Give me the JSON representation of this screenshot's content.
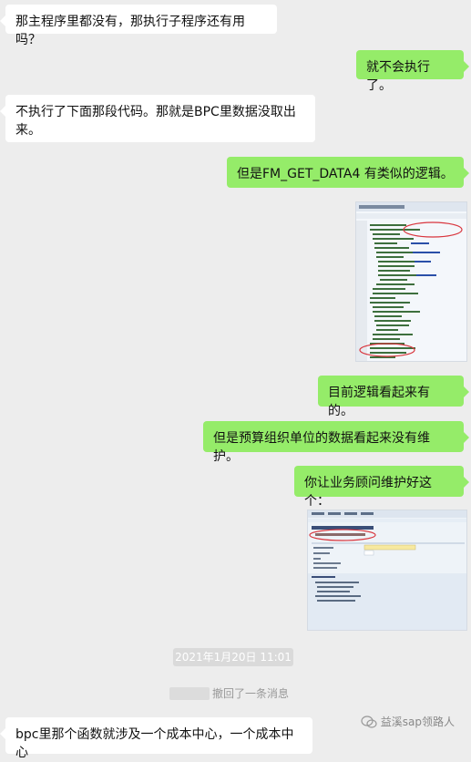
{
  "messages": [
    {
      "side": "left",
      "text": "那主程序里都没有，那执行子程序还有用吗？"
    },
    {
      "side": "right",
      "text": "就不会执行了。"
    },
    {
      "side": "left",
      "text": "不执行了下面那段代码。那就是BPC里数据没取出来。"
    },
    {
      "side": "right",
      "text": "但是FM_GET_DATA4  有类似的逻辑。"
    },
    {
      "side": "right",
      "text": "目前逻辑看起来有的。"
    },
    {
      "side": "right",
      "text": "但是预算组织单位的数据看起来没有维护。"
    },
    {
      "side": "right",
      "text": "你让业务顾问维护好这个："
    },
    {
      "side": "left",
      "text": "bpc里那个函数就涉及一个成本中心，一个成本中心"
    }
  ],
  "timestamp": "2021年1月20日 11:01",
  "recall_text": "撤回了一条消息",
  "watermark": "益溪sap领路人",
  "colors": {
    "background": "#ededed",
    "bubble_self": "#95ec69",
    "bubble_other": "#ffffff",
    "annotation_red": "#d9363e"
  }
}
